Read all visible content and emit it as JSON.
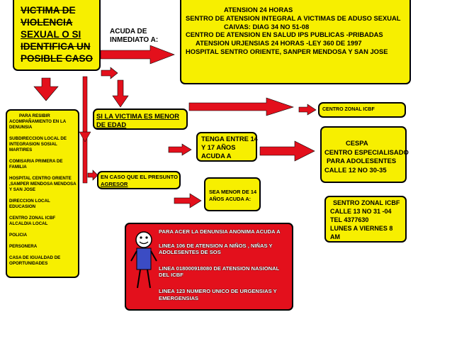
{
  "top_left_box": {
    "lines": [
      "VICTIMA DE",
      "VIOLENCIA",
      "SEXUAL O SI",
      "IDENTIFICA UN",
      "POSIBLE CASO"
    ]
  },
  "acuda_label": {
    "lines": [
      "ACUDA DE",
      "INMEDIATO A:"
    ]
  },
  "top_right_box": {
    "lines": [
      "ATENSION 24 HORAS",
      "SENTRO DE ATENSION INTEGRAL A VICTIMAS DE ADUSO SEXUAL",
      "CAIVAS: DIAG 34 NO 51-08",
      "CENTRO DE ATENSION EN SALUD IPS PUBLICAS -PRIBADAS",
      "ATENSION URJENSIAS 24 HORAS -LEY 360 DE 1997",
      "HOSPITAL SENTRO ORIENTE, SANPER MENDOSA Y SAN JOSE"
    ]
  },
  "left_list_box": {
    "items": [
      "PARA RESIBIR ACOMPAÑAMIENTO EN LA DENUNSIA",
      "SUBDIRECCION LOCAL DE INTEGRASION SOSIAL MARTIRES",
      "COMISARIA PRIMERA DE FAMILIA",
      "HOSPITAL CENTRO ORIENTE ,SAMPER MENDOSA MENDOSA Y SAN JOSE",
      "DIRECCION LOCAL EDUCASION",
      "CENTRO ZONAL ICBF ALCALDIA LOCAL",
      "POLICIA",
      "PERSONERA",
      "CASA DE IGUALDAD DE OPORTUNIDADES"
    ]
  },
  "minor_box": {
    "lines": [
      "SI LA VICTIMA ES MENOR",
      "DE EDAD"
    ]
  },
  "icbf_box": {
    "text": "CENTRO ZONAL ICBF"
  },
  "age_box": {
    "lines": [
      "TENGA ENTRE 14",
      "Y 17 AÑOS",
      "ACUDA A"
    ]
  },
  "cespa_box": {
    "lines": [
      "CESPA",
      "CENTRO ESPECIALISADO",
      "PARA ADOLESENTES",
      "CALLE 12 NO 30-35"
    ]
  },
  "aggressor_box": {
    "lines": [
      "EN CASO  QUE EL PRESUNTO",
      "AGRESOR"
    ]
  },
  "under14_box": {
    "lines": [
      "SEA MENOR  DE 14",
      "AÑOS ACUDA A:"
    ]
  },
  "icbf_address_box": {
    "lines": [
      "SENTRO ZONAL ICBF",
      "CALLE 13 NO 31 -04",
      "TEL 4377630",
      "LUNES A VIERNES 8",
      "AM"
    ]
  },
  "red_box": {
    "lines": [
      "PARA ACER LA DENUNSIA ANONIMA ACUDA A",
      "LINEA 106 DE ATENSION A NIÑOS , NIÑAS Y",
      "ADOLESENTES  DE SOS",
      "LINEA 018000918080 DE ATENSION NASIONAL",
      "DEL ICBF",
      "LINEA 123 NUMERO UNICO DE URGENSIAS Y",
      "EMERGENSIAS"
    ]
  },
  "colors": {
    "box_yellow": "#f7ef00",
    "box_red": "#e3101c",
    "arrow_red": "#e3101c",
    "figure_body": "#3b4cc4"
  }
}
